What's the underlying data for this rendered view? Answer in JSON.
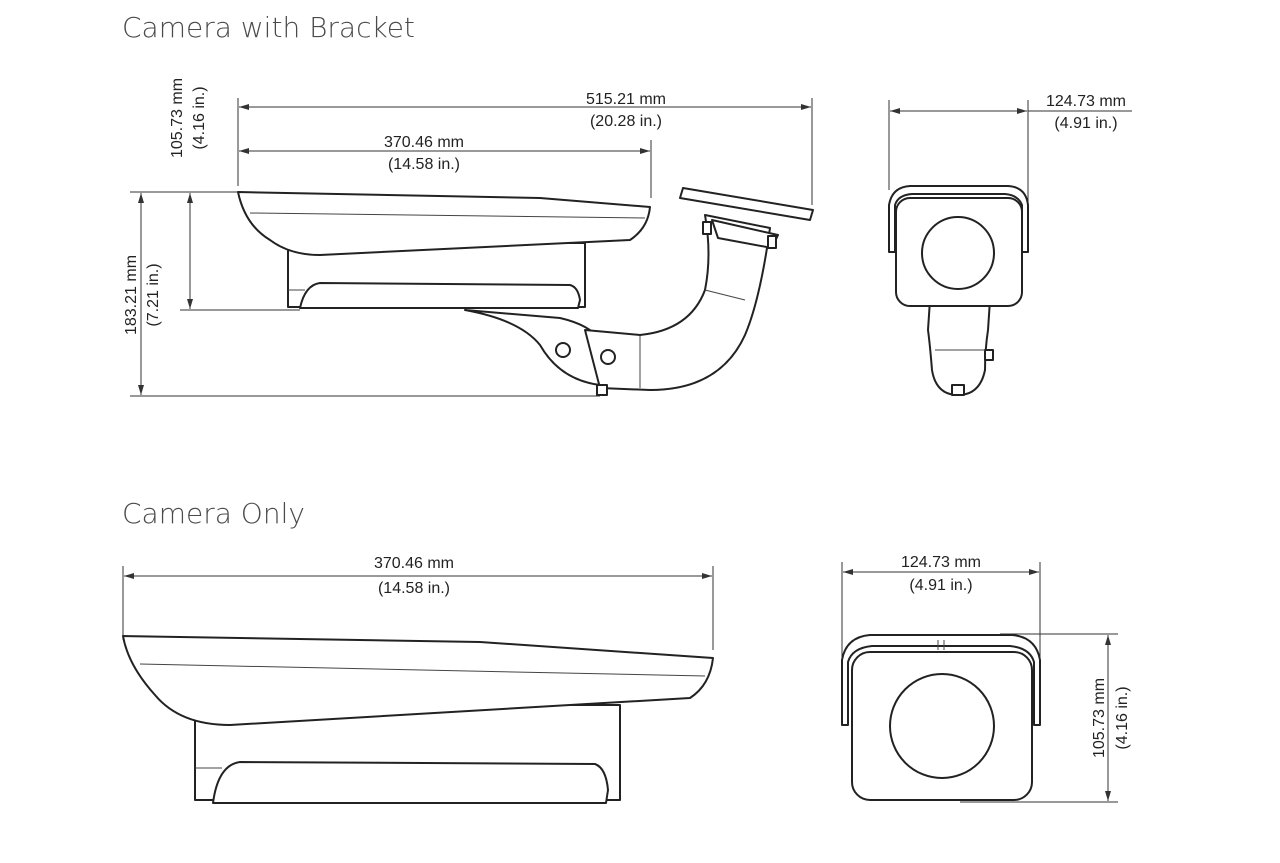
{
  "sections": {
    "with_bracket": {
      "title": "Camera with Bracket",
      "total_length_mm": "515.21 mm",
      "total_length_in": "(20.28 in.)",
      "camera_length_mm": "370.46 mm",
      "camera_length_in": "(14.58 in.)",
      "camera_height_mm": "105.73 mm",
      "camera_height_in": "(4.16 in.)",
      "total_height_mm": "183.21 mm",
      "total_height_in": "(7.21 in.)",
      "width_mm": "124.73 mm",
      "width_in": "(4.91 in.)"
    },
    "camera_only": {
      "title": "Camera Only",
      "length_mm": "370.46 mm",
      "length_in": "(14.58 in.)",
      "width_mm": "124.73 mm",
      "width_in": "(4.91 in.)",
      "height_mm": "105.73 mm",
      "height_in": "(4.16 in.)"
    }
  }
}
